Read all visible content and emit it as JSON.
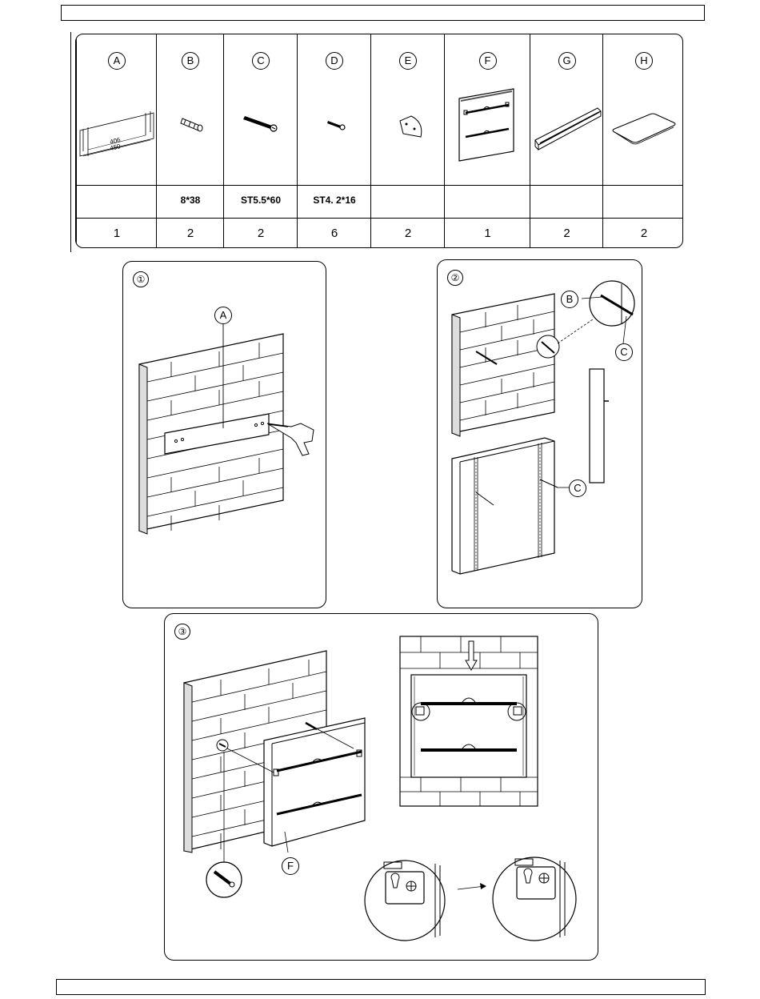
{
  "parts": [
    {
      "letter": "A",
      "spec": "",
      "qty": "1",
      "dims": [
        "406",
        "450"
      ]
    },
    {
      "letter": "B",
      "spec": "8*38",
      "qty": "2"
    },
    {
      "letter": "C",
      "spec": "ST5.5*60",
      "qty": "2"
    },
    {
      "letter": "D",
      "spec": "ST4. 2*16",
      "qty": "6"
    },
    {
      "letter": "E",
      "spec": "",
      "qty": "2"
    },
    {
      "letter": "F",
      "spec": "",
      "qty": "1"
    },
    {
      "letter": "G",
      "spec": "",
      "qty": "2"
    },
    {
      "letter": "H",
      "spec": "",
      "qty": "2"
    }
  ],
  "steps": {
    "step1": {
      "number": "①",
      "callouts": [
        "A"
      ]
    },
    "step2": {
      "number": "②",
      "callouts": [
        "B",
        "C",
        "C"
      ]
    },
    "step3": {
      "number": "③",
      "callouts": [
        "F"
      ]
    }
  }
}
